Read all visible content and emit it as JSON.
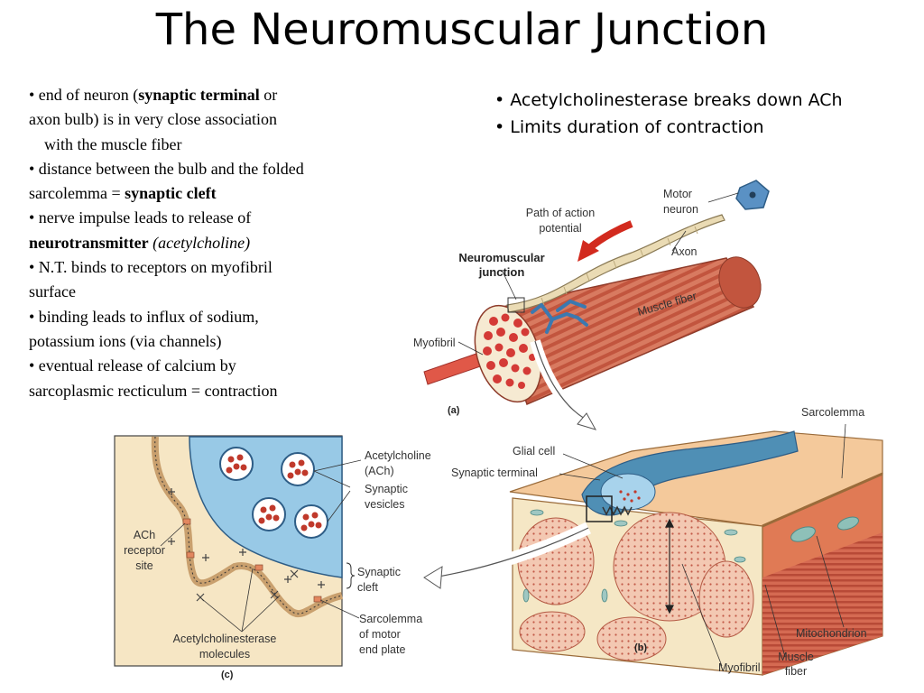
{
  "title": "The Neuromuscular Junction",
  "left_bullets": [
    {
      "pre": "•  end of neuron (",
      "bold": "synaptic terminal",
      "post": " or"
    },
    {
      "text": "axon bulb) is in very close association"
    },
    {
      "text": "with the muscle fiber",
      "indent": true
    },
    {
      "text": "•  distance between the bulb and the folded"
    },
    {
      "pre": "sarcolemma = ",
      "bold": "synaptic cleft"
    },
    {
      "text": "•  nerve impulse leads to release of"
    },
    {
      "bold": "neurotransmitter",
      "italic": " (acetylcholine)"
    },
    {
      "text": "•  N.T. binds to receptors on myofibril"
    },
    {
      "text": "surface"
    },
    {
      "text": "•  binding leads to influx of sodium,"
    },
    {
      "text": "potassium ions (via channels)"
    },
    {
      "text": "•  eventual release of calcium by"
    },
    {
      "text": "sarcoplasmic recticulum = contraction"
    }
  ],
  "right_bullets": [
    "• Acetylcholinesterase breaks down ACh",
    "• Limits duration of contraction"
  ],
  "figure_a": {
    "motor_neuron": [
      "Motor",
      "neuron"
    ],
    "path": [
      "Path of action",
      "potential"
    ],
    "axon": "Axon",
    "nmj": [
      "Neuromuscular",
      "junction"
    ],
    "muscle_fiber": "Muscle fiber",
    "myofibril": "Myofibril",
    "panel": "(a)"
  },
  "figure_b": {
    "sarcolemma": "Sarcolemma",
    "glial": "Glial cell",
    "synaptic_terminal": "Synaptic terminal",
    "mitochondrion": "Mitochondrion",
    "muscle_fiber": [
      "Muscle",
      "fiber"
    ],
    "myofibril": "Myofibril",
    "panel": "(b)"
  },
  "figure_c": {
    "ach": [
      "Acetylcholine",
      "(ACh)"
    ],
    "vesicles": [
      "Synaptic",
      "vesicles"
    ],
    "receptor": [
      "ACh",
      "receptor",
      "site"
    ],
    "cleft": [
      "Synaptic",
      "cleft"
    ],
    "sarcolemma_end": [
      "Sarcolemma",
      "of motor",
      "end plate"
    ],
    "ache": [
      "Acetylcholinesterase",
      "molecules"
    ],
    "panel": "(c)"
  }
}
